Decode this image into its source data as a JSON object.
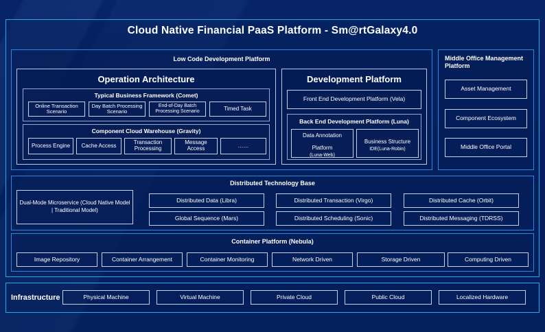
{
  "page": {
    "title": "Cloud Native Financial PaaS Platform - Sm@rtGalaxy4.0",
    "accent_cyan": "#2aa8e8",
    "accent_blue": "#2f86d6",
    "background": "#042060",
    "chip_border": "#c9d2ec"
  },
  "low_code": {
    "title": "Low Code Development Platform",
    "operation_architecture": {
      "title": "Operation Architecture",
      "typical_business_framework": {
        "title": "Typical Business Framework (Comet)",
        "items": [
          "Online Transaction Scenario",
          "Day Batch Processing Scenario",
          "End-of-Day Batch Processing Scenario",
          "Timed Task"
        ]
      },
      "component_cloud_warehouse": {
        "title": "Component Cloud Warehouse (Gravity)",
        "items": [
          "Process Engine",
          "Cache Access",
          "Transaction Processing",
          "Message Access",
          "……"
        ]
      }
    },
    "development_platform": {
      "title": "Development Platform",
      "front_end": "Front End Development Platform (Vela)",
      "back_end": {
        "title": "Back End Development Platform (Luna)",
        "items": [
          {
            "main": "Data Annotation Platform",
            "sub": "(Luna-Web)"
          },
          {
            "main": "Business Structure",
            "sub": "IDE(Luna-Robin)"
          }
        ]
      }
    }
  },
  "middle_office": {
    "title": "Middle Office Management Platform",
    "items": [
      "Asset Management",
      "Component Ecosystem",
      "Middle Office Portal"
    ]
  },
  "distributed_technology_base": {
    "title": "Distributed Technology Base",
    "dual_mode": "Dual-Mode Microservice (Cloud Native Model | Traditional Model)",
    "items": [
      "Distributed Data (Libra)",
      "Global Sequence (Mars)",
      "Distributed Transaction (Virgo)",
      "Distributed Scheduling (Sonic)",
      "Distributed Cache (Orbit)",
      "Distributed Messaging (TDRSS)"
    ]
  },
  "container_platform": {
    "title": "Container Platform (Nebula)",
    "items": [
      "Image Repository",
      "Container Arrangement",
      "Container Monitoring",
      "Network Driven",
      "Storage Driven",
      "Computing Driven"
    ]
  },
  "infrastructure": {
    "label": "Infrastructure",
    "items": [
      "Physical Machine",
      "Virtual Machine",
      "Private Cloud",
      "Public Cloud",
      "Localized Hardware"
    ]
  }
}
